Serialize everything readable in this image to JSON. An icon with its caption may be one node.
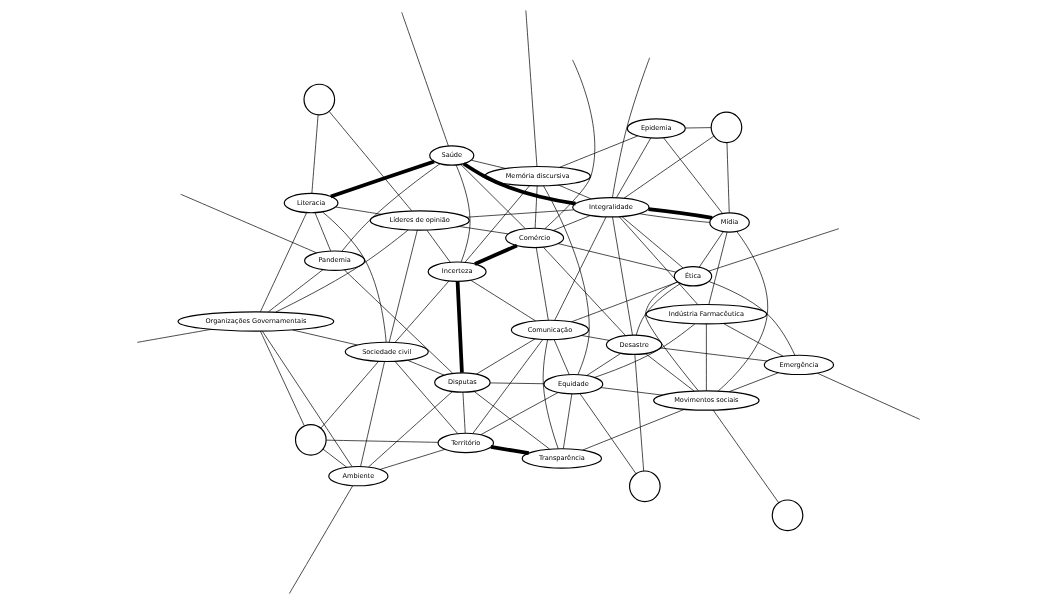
{
  "diagram": {
    "nodes": [
      {
        "text": [
          "Ambiente"
        ]
      },
      {
        "text": [
          "Território"
        ]
      },
      {
        "text": [
          "Transparência"
        ]
      },
      {
        "text": [],
        "shape": "circle"
      },
      {
        "text": [
          "Movimentos sociais"
        ]
      },
      {
        "text": [
          "Emergência"
        ]
      },
      {
        "text": [],
        "shape": "circle"
      },
      {
        "text": [
          "Equidade"
        ]
      },
      {
        "text": [
          "Disputas"
        ]
      },
      {
        "text": [
          "Desastre"
        ]
      },
      {
        "text": [],
        "shape": "circle"
      },
      {
        "text": [
          "Sociedade civil"
        ]
      },
      {
        "text": [
          "Comunicação"
        ]
      },
      {
        "text": [
          "Indústria Farmacêutica"
        ]
      },
      {
        "text": [
          "Ética"
        ]
      },
      {
        "text": [
          "Incerteza"
        ]
      },
      {
        "text": [
          "Organizações Governamentais"
        ]
      },
      {
        "text": [
          "Comércio"
        ]
      },
      {
        "text": [
          "Líderes de opinião"
        ]
      },
      {
        "text": [
          "Integralidade"
        ]
      },
      {
        "text": [
          "Mídia"
        ]
      },
      {
        "text": [
          "Literacia"
        ]
      },
      {
        "text": [
          "Pandemia"
        ]
      },
      {
        "text": [
          "Saúde"
        ]
      },
      {
        "text": [
          "Memória discursiva"
        ]
      },
      {
        "text": [
          "Epidemia"
        ]
      },
      {
        "text": [],
        "shape": "circle"
      },
      {
        "text": [],
        "shape": "circle"
      }
    ],
    "edges": [
      {
        "from": 0,
        "to": 1,
        "arrow": "none"
      },
      {
        "from": 0,
        "to": 8,
        "arrow": "none"
      },
      {
        "from": 0,
        "to": 11,
        "arrow": "none"
      },
      {
        "from": 0,
        "to": 16,
        "arrow": "none"
      },
      {
        "from": 0,
        "to": 10,
        "arrow": "none"
      },
      {
        "from": 1,
        "to": 2,
        "arrow": "none",
        "style": "thick"
      },
      {
        "from": 1,
        "to": 10,
        "arrow": "none"
      },
      {
        "from": 1,
        "to": 11,
        "arrow": "none"
      },
      {
        "from": 1,
        "to": 8,
        "arrow": "none"
      },
      {
        "from": 1,
        "to": 7,
        "arrow": "none"
      },
      {
        "from": 1,
        "to": 12,
        "arrow": "none"
      },
      {
        "from": 2,
        "to": 4,
        "arrow": "none"
      },
      {
        "from": 2,
        "to": 7,
        "arrow": "none"
      },
      {
        "from": 2,
        "to": 8,
        "arrow": "none"
      },
      {
        "from": 2,
        "to": 12,
        "arrow": "none"
      },
      {
        "from": 3,
        "to": 7,
        "arrow": "none"
      },
      {
        "from": 3,
        "to": 9,
        "arrow": "none"
      },
      {
        "from": 4,
        "to": 7,
        "arrow": "none"
      },
      {
        "from": 4,
        "to": 6,
        "arrow": "none"
      },
      {
        "from": 4,
        "to": 5,
        "arrow": "none"
      },
      {
        "from": 4,
        "to": 9,
        "arrow": "none"
      },
      {
        "from": 4,
        "to": 14,
        "arrow": "none"
      },
      {
        "from": 4,
        "to": 13,
        "arrow": "none"
      },
      {
        "from": 4,
        "to": 20,
        "arrow": "none"
      },
      {
        "from": 5,
        "to": 9,
        "arrow": "none"
      },
      {
        "from": 5,
        "to": 13,
        "arrow": "none"
      },
      {
        "from": 5,
        "to": 14,
        "arrow": "none"
      },
      {
        "from": 5,
        "to": null,
        "arrow": "none"
      },
      {
        "from": 7,
        "to": 9,
        "arrow": "none"
      },
      {
        "from": 7,
        "to": 12,
        "arrow": "none"
      },
      {
        "from": 7,
        "to": 13,
        "arrow": "none"
      },
      {
        "from": 7,
        "to": 24,
        "arrow": "none"
      },
      {
        "from": 8,
        "to": 7,
        "arrow": "none"
      },
      {
        "from": 9,
        "to": 12,
        "arrow": "none"
      },
      {
        "from": 9,
        "to": 14,
        "arrow": "none"
      },
      {
        "from": 9,
        "to": 17,
        "arrow": "none"
      },
      {
        "from": 9,
        "to": 19,
        "arrow": "none"
      },
      {
        "from": 8,
        "to": 11,
        "arrow": "none"
      },
      {
        "from": 8,
        "to": 15,
        "arrow": "none",
        "style": "thick"
      },
      {
        "from": 8,
        "to": 12,
        "arrow": "none"
      },
      {
        "from": 8,
        "to": 22,
        "arrow": "none"
      },
      {
        "from": 10,
        "to": 11,
        "arrow": "none"
      },
      {
        "from": 10,
        "to": 16,
        "arrow": "none"
      },
      {
        "from": 11,
        "to": 15,
        "arrow": "none"
      },
      {
        "from": 11,
        "to": 16,
        "arrow": "none"
      },
      {
        "from": 11,
        "to": 21,
        "arrow": "none"
      },
      {
        "from": 11,
        "to": 18,
        "arrow": "none"
      },
      {
        "from": 12,
        "to": 15,
        "arrow": "none"
      },
      {
        "from": 12,
        "to": 14,
        "arrow": "none"
      },
      {
        "from": 12,
        "to": 17,
        "arrow": "none"
      },
      {
        "from": 12,
        "to": 19,
        "arrow": "none"
      },
      {
        "from": 18,
        "to": 17,
        "arrow": "none"
      },
      {
        "from": 15,
        "to": 17,
        "arrow": "none",
        "style": "thick"
      },
      {
        "from": 15,
        "to": 18,
        "arrow": "none"
      },
      {
        "from": 15,
        "to": 23,
        "arrow": "none"
      },
      {
        "from": 15,
        "to": 24,
        "arrow": "none"
      },
      {
        "from": 17,
        "to": 19,
        "arrow": "none"
      },
      {
        "from": 17,
        "to": 23,
        "arrow": "none"
      },
      {
        "from": 17,
        "to": 24,
        "arrow": "none"
      },
      {
        "from": 17,
        "to": null,
        "arrow": "none"
      },
      {
        "from": 14,
        "to": 19,
        "arrow": "none"
      },
      {
        "from": 14,
        "to": 20,
        "arrow": "none"
      },
      {
        "from": 14,
        "to": 17,
        "arrow": "none"
      },
      {
        "from": 14,
        "to": null,
        "arrow": "none"
      },
      {
        "from": 13,
        "to": 19,
        "arrow": "none"
      },
      {
        "from": 13,
        "to": 20,
        "arrow": "none"
      },
      {
        "from": 19,
        "to": 20,
        "arrow": "none",
        "style": "thick"
      },
      {
        "from": 19,
        "to": 20,
        "arrow": "none"
      },
      {
        "from": 19,
        "to": 23,
        "arrow": "none",
        "style": "thick"
      },
      {
        "from": 18,
        "to": 19,
        "arrow": "none"
      },
      {
        "from": 19,
        "to": 24,
        "arrow": "none"
      },
      {
        "from": 19,
        "to": 25,
        "arrow": "none"
      },
      {
        "from": 19,
        "to": 27,
        "arrow": "none"
      },
      {
        "from": 19,
        "to": null,
        "arrow": "none"
      },
      {
        "from": 20,
        "to": 25,
        "arrow": "none"
      },
      {
        "from": 20,
        "to": 27,
        "arrow": "none"
      },
      {
        "from": 25,
        "to": 24,
        "arrow": "none"
      },
      {
        "from": 25,
        "to": 27,
        "arrow": "none"
      },
      {
        "from": 23,
        "to": 24,
        "arrow": "none"
      },
      {
        "from": 22,
        "to": 23,
        "arrow": "none"
      },
      {
        "from": 18,
        "to": 26,
        "arrow": "none"
      },
      {
        "from": 21,
        "to": 23,
        "arrow": "none",
        "style": "thick"
      },
      {
        "from": 21,
        "to": 16,
        "arrow": "none"
      },
      {
        "from": 21,
        "to": 22,
        "arrow": "none"
      },
      {
        "from": 21,
        "to": 18,
        "arrow": "none"
      },
      {
        "from": 21,
        "to": 26,
        "arrow": "none"
      },
      {
        "from": 16,
        "to": 18,
        "arrow": "none"
      },
      {
        "from": 16,
        "to": 22,
        "arrow": "none"
      },
      {
        "from": 16,
        "to": null,
        "arrow": "none"
      },
      {
        "from": 22,
        "to": null,
        "arrow": "none"
      },
      {
        "from": 0,
        "to": null,
        "arrow": "none"
      },
      {
        "from": 23,
        "to": null,
        "arrow": "none"
      },
      {
        "from": 24,
        "to": null,
        "arrow": "none"
      }
    ]
  }
}
